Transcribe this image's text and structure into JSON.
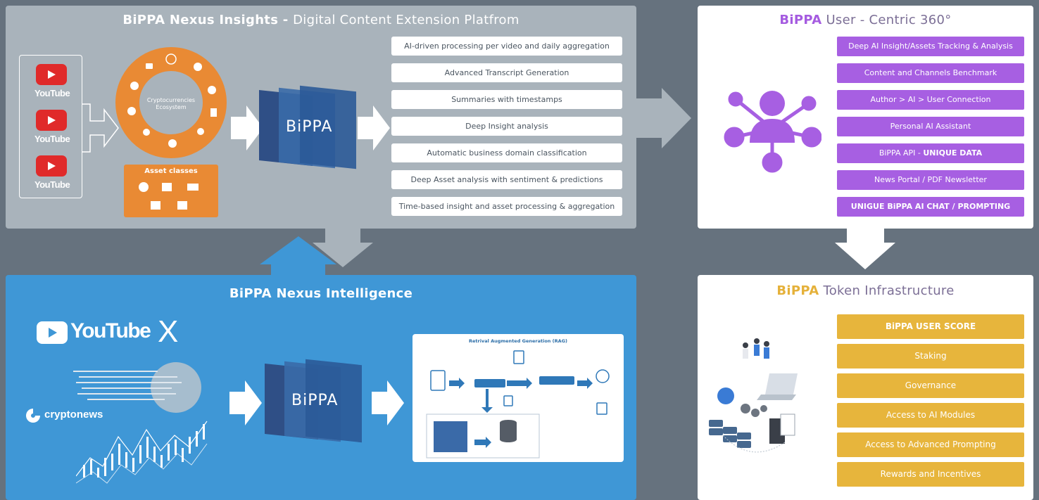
{
  "insights": {
    "title_bold": "BiPPA Nexus Insights - ",
    "title_rest": "Digital Content Extension Platfrom",
    "youtube_label": "YouTube",
    "ecosystem_label": "Cryptocurrencies Ecosystem",
    "asset_classes_title": "Asset classes",
    "logo_text": "BiPPA",
    "features": [
      "AI-driven processing per video and daily aggregation",
      "Advanced Transcript Generation",
      "Summaries with timestamps",
      "Deep Insight analysis",
      "Automatic business domain classification",
      "Deep Asset analysis with sentiment & predictions",
      "Time-based insight and asset processing & aggregation"
    ]
  },
  "user": {
    "title_bold": "BiPPA",
    "title_rest": " User - Centric 360°",
    "items": [
      {
        "text": "Deep AI Insight/Assets Tracking & Analysis",
        "bold": ""
      },
      {
        "text": "Content and Channels Benchmark",
        "bold": ""
      },
      {
        "text": "Author > AI > User Connection",
        "bold": ""
      },
      {
        "text": "Personal AI Assistant",
        "bold": ""
      },
      {
        "text": "BiPPA API - ",
        "bold": "UNIQUE DATA"
      },
      {
        "text": "News Portal / PDF Newsletter",
        "bold": ""
      },
      {
        "text": "",
        "bold": "UNIGUE BiPPA AI CHAT / PROMPTING"
      }
    ]
  },
  "intel": {
    "title": "BiPPA Nexus Intelligence",
    "youtube_logo": "YouTube",
    "x_logo": "X",
    "cryptonews_logo": "cryptonews",
    "logo_text": "BiPPA",
    "rag_title": "Retrival Augmented Generation (RAG)"
  },
  "token": {
    "title_bold": "BiPPA",
    "title_rest": " Token Infrastructure",
    "items": [
      "BiPPA USER SCORE",
      "Staking",
      "Governance",
      "Access to AI Modules",
      "Access to Advanced Prompting",
      "Rewards and Incentives"
    ]
  },
  "colors": {
    "background": "#66727e",
    "insights_panel": "#a9b3bb",
    "intel_panel": "#3f97d6",
    "user_accent": "#a75fe2",
    "token_accent": "#e7b53c",
    "ecosystem_orange": "#e98a34"
  },
  "icons": [
    "youtube-icon",
    "person-network-icon",
    "x-logo-icon",
    "cryptonews-icon",
    "globe-icon",
    "candlestick-chart-icon",
    "document-icon",
    "database-icon",
    "server-icon",
    "laptop-icon",
    "users-icon"
  ]
}
